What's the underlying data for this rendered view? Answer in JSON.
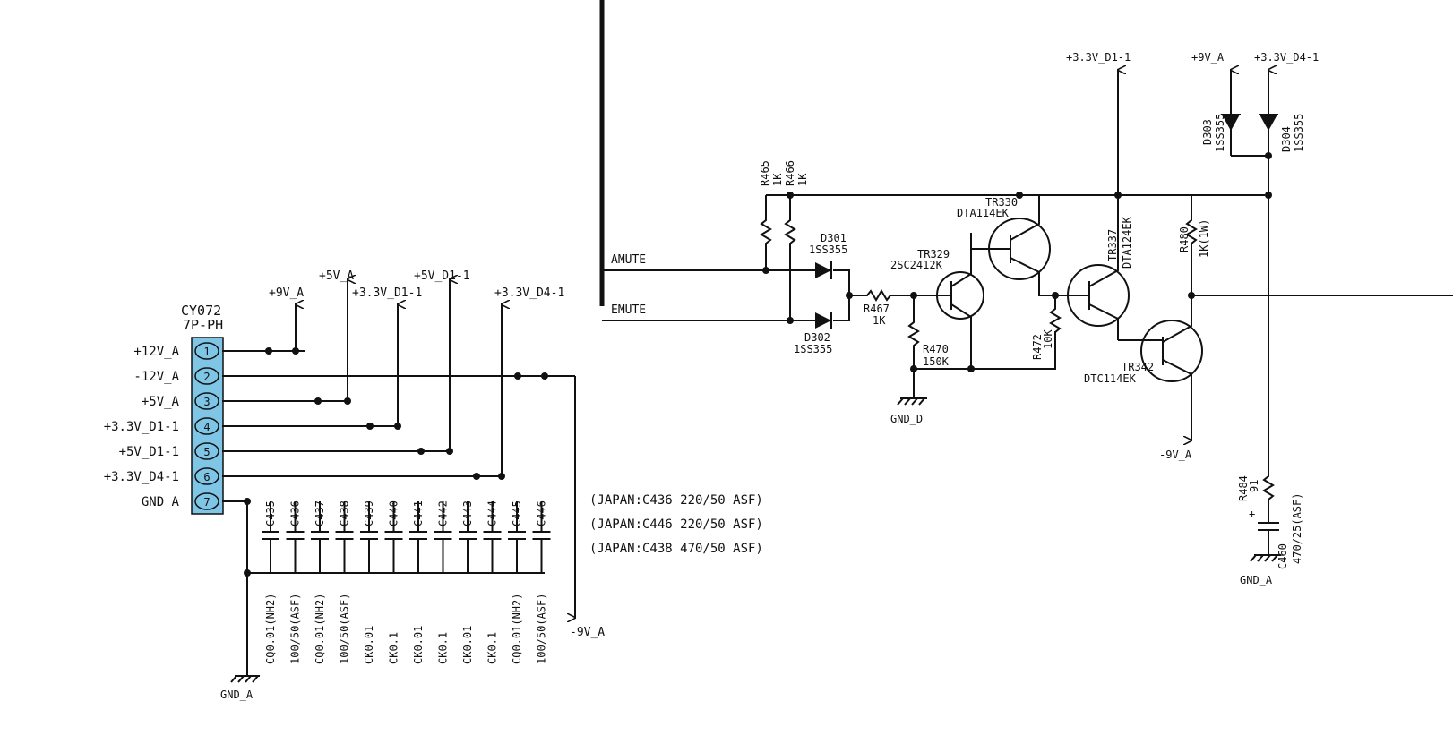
{
  "connector": {
    "ref": "CY072",
    "type": "7P-PH",
    "pins": [
      {
        "num": "1",
        "net": "+12V_A"
      },
      {
        "num": "2",
        "net": "-12V_A"
      },
      {
        "num": "3",
        "net": "+5V_A"
      },
      {
        "num": "4",
        "net": "+3.3V_D1-1"
      },
      {
        "num": "5",
        "net": "+5V_D1-1"
      },
      {
        "num": "6",
        "net": "+3.3V_D4-1"
      },
      {
        "num": "7",
        "net": "GND_A"
      }
    ],
    "color": "#7fc6e6"
  },
  "power_rails": {
    "p9v_a": "+9V_A",
    "p5v_a": "+5V_A",
    "p33_d1": "+3.3V_D1-1",
    "p5v_d1": "+5V_D1-1",
    "p33_d4": "+3.3V_D4-1",
    "m9v_a": "-9V_A",
    "gnd_a": "GND_A",
    "gnd_d": "GND_D",
    "top_33_d1": "+3.3V_D1-1",
    "top_9v_a": "+9V_A",
    "top_33_d4": "+3.3V_D4-1",
    "m9v_a_right": "-9V_A",
    "gnd_a_right": "GND_A"
  },
  "capacitors": [
    {
      "ref": "C435",
      "value": "CQ0.01(NH2)"
    },
    {
      "ref": "C436",
      "value": "100/50(ASF)"
    },
    {
      "ref": "C437",
      "value": "CQ0.01(NH2)"
    },
    {
      "ref": "C438",
      "value": "100/50(ASF)"
    },
    {
      "ref": "C439",
      "value": "CK0.01"
    },
    {
      "ref": "C440",
      "value": "CK0.1"
    },
    {
      "ref": "C441",
      "value": "CK0.01"
    },
    {
      "ref": "C442",
      "value": "CK0.1"
    },
    {
      "ref": "C443",
      "value": "CK0.01"
    },
    {
      "ref": "C444",
      "value": "CK0.1"
    },
    {
      "ref": "C445",
      "value": "CQ0.01(NH2)"
    },
    {
      "ref": "C446",
      "value": "100/50(ASF)"
    }
  ],
  "notes": [
    "(JAPAN:C436 220/50 ASF)",
    "(JAPAN:C446 220/50 ASF)",
    "(JAPAN:C438 470/50 ASF)"
  ],
  "signals": {
    "amute": "AMUTE",
    "emute": "EMUTE"
  },
  "components": {
    "r465": {
      "ref": "R465",
      "value": "1K"
    },
    "r466": {
      "ref": "R466",
      "value": "1K"
    },
    "d301": {
      "ref": "D301",
      "value": "1SS355"
    },
    "d302": {
      "ref": "D302",
      "value": "1SS355"
    },
    "r467": {
      "ref": "R467",
      "value": "1K"
    },
    "r470": {
      "ref": "R470",
      "value": "150K"
    },
    "r472": {
      "ref": "R472",
      "value": "10K"
    },
    "tr329": {
      "ref": "TR329",
      "value": "2SC2412K"
    },
    "tr330": {
      "ref": "TR330",
      "value": "DTA114EK"
    },
    "tr337": {
      "ref": "TR337",
      "value": "DTA124EK"
    },
    "tr342": {
      "ref": "TR342",
      "value": "DTC114EK"
    },
    "r480": {
      "ref": "R480",
      "value": "1K(1W)"
    },
    "d303": {
      "ref": "D303",
      "value": "1SS355"
    },
    "d304": {
      "ref": "D304",
      "value": "1SS355"
    },
    "r484": {
      "ref": "R484",
      "value": "91"
    },
    "c460": {
      "ref": "C460",
      "value": "470/25(ASF)"
    }
  }
}
